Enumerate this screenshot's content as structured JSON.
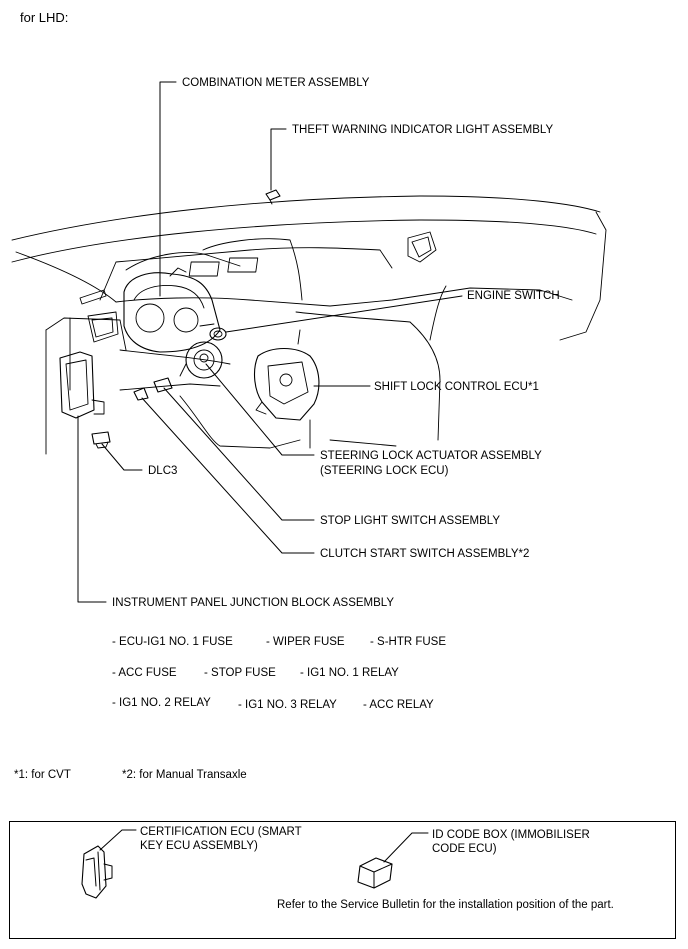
{
  "header": "for LHD:",
  "labels": {
    "combination_meter": "COMBINATION METER ASSEMBLY",
    "theft_warning": "THEFT WARNING INDICATOR LIGHT ASSEMBLY",
    "engine_switch": "ENGINE SWITCH",
    "shift_lock": "SHIFT LOCK CONTROL ECU*1",
    "steering_lock_1": "STEERING LOCK ACTUATOR ASSEMBLY",
    "steering_lock_2": "(STEERING LOCK ECU)",
    "dlc3": "DLC3",
    "stop_light": "STOP LIGHT SWITCH ASSEMBLY",
    "clutch_start": "CLUTCH START SWITCH ASSEMBLY*2",
    "junction_block": "INSTRUMENT PANEL JUNCTION BLOCK ASSEMBLY"
  },
  "junction_items": [
    [
      "- ECU-IG1 NO. 1 FUSE",
      "- WIPER FUSE",
      "- S-HTR FUSE"
    ],
    [
      "- ACC FUSE",
      "- STOP FUSE",
      "- IG1 NO. 1 RELAY"
    ],
    [
      "- IG1 NO. 2 RELAY",
      "- IG1 NO. 3 RELAY",
      "- ACC RELAY"
    ]
  ],
  "footnotes": {
    "note1": "*1: for CVT",
    "note2": "*2: for Manual Transaxle"
  },
  "box": {
    "cert_ecu_1": "CERTIFICATION ECU (SMART",
    "cert_ecu_2": "KEY ECU ASSEMBLY)",
    "id_code_1": "ID CODE BOX (IMMOBILISER",
    "id_code_2": "CODE ECU)",
    "note": "Refer to the Service Bulletin for the installation position of the part."
  }
}
